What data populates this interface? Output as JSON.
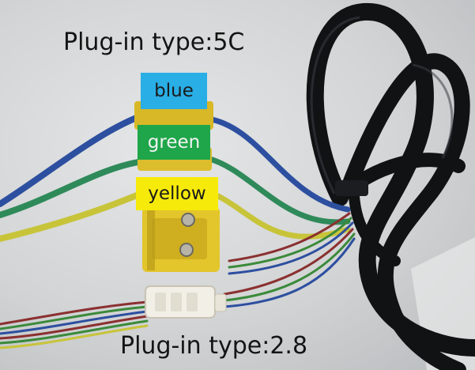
{
  "captions": {
    "top": "Plug-in type:5C",
    "bottom": "Plug-in type:2.8"
  },
  "labels": [
    {
      "text": "blue",
      "bg": "#29aee6",
      "fg": "#1a1a1a"
    },
    {
      "text": "green",
      "bg": "#1fa64a",
      "fg": "#f3f3f3"
    },
    {
      "text": "yellow",
      "bg": "#f6ea0a",
      "fg": "#1a1a1a"
    }
  ],
  "colors": {
    "wire_blue": "#2d4fa0",
    "wire_green": "#2f8a5a",
    "wire_yellow": "#c8c43a",
    "cable": "#101214",
    "connector_yellow": "#e3c52c",
    "connector_white": "#f2efe6"
  }
}
